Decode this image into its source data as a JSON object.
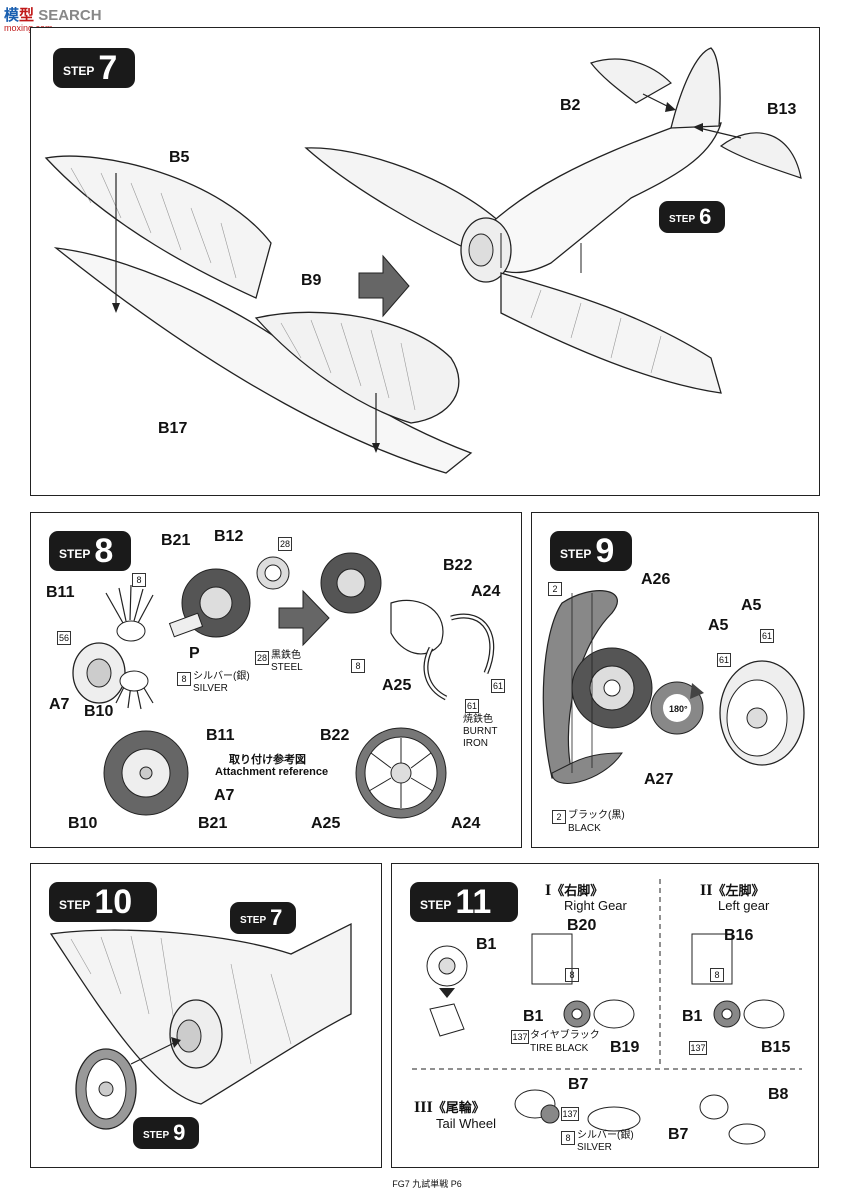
{
  "watermark": {
    "part1": "模",
    "part2": "型",
    "brand": "SEARCH",
    "url": "moxing.com"
  },
  "steps": {
    "s7": {
      "word": "STEP",
      "num": "7"
    },
    "s6": {
      "word": "STEP",
      "num": "6"
    },
    "s8": {
      "word": "STEP",
      "num": "8"
    },
    "s9": {
      "word": "STEP",
      "num": "9"
    },
    "s10": {
      "word": "STEP",
      "num": "10"
    },
    "s10ref7": {
      "word": "STEP",
      "num": "7"
    },
    "s10ref9": {
      "word": "STEP",
      "num": "9"
    },
    "s11": {
      "word": "STEP",
      "num": "11"
    }
  },
  "step7": {
    "parts": [
      "B5",
      "B9",
      "B17",
      "B2",
      "B13"
    ]
  },
  "step8": {
    "parts": [
      "B21",
      "B12",
      "B11",
      "P",
      "A7",
      "B10",
      "B22",
      "A24",
      "A25"
    ],
    "paint": {
      "steel_jp": "黒鉄色",
      "steel_en": "STEEL",
      "silver_jp": "シルバー(銀)",
      "silver_en": "SILVER",
      "burnt_jp": "焼鉄色",
      "burnt_en1": "BURNT",
      "burnt_en2": "IRON"
    },
    "codes": {
      "c8": "8",
      "c28a": "28",
      "c28b": "28",
      "c56": "56",
      "c8b": "8",
      "c8c": "8",
      "c61": "61"
    },
    "ref_jp": "取り付け参考図",
    "ref_en": "Attachment reference",
    "ref_parts": [
      "B11",
      "A7",
      "B10",
      "B21",
      "B22",
      "A25",
      "A24"
    ]
  },
  "step9": {
    "parts": [
      "A26",
      "A27",
      "A5",
      "A5"
    ],
    "codes": {
      "c2": "2",
      "c61a": "61",
      "c61b": "61",
      "c2b": "2"
    },
    "rotate": "180°",
    "black_jp": "ブラック(黒)",
    "black_en": "BLACK"
  },
  "step11": {
    "g1_roman": "I",
    "g1_jp": "《右脚》",
    "g1_en": "Right Gear",
    "g2_roman": "II",
    "g2_jp": "《左脚》",
    "g2_en": "Left gear",
    "g3_roman": "III",
    "g3_jp": "《尾輪》",
    "g3_en": "Tail Wheel",
    "parts": [
      "B1",
      "B20",
      "B1",
      "B19",
      "B16",
      "B1",
      "B15",
      "B7",
      "B7",
      "B8"
    ],
    "tire_jp": "タイヤブラック",
    "tire_en": "TIRE BLACK",
    "silver_jp": "シルバー(銀)",
    "silver_en": "SILVER",
    "codes": {
      "c8a": "8",
      "c137a": "137",
      "c8b": "8",
      "c137b": "137",
      "c137c": "137",
      "c8c": "8"
    }
  },
  "footer": "FG7 九試単戦 P6"
}
